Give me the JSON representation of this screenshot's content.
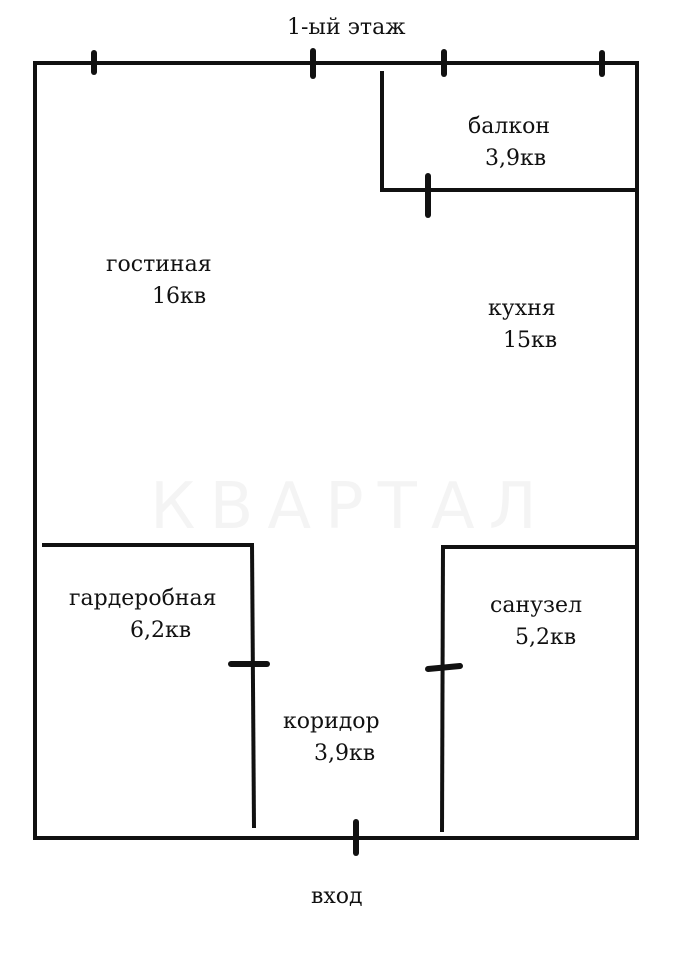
{
  "floor_title": "1-ый этаж",
  "entrance_label": "вход",
  "watermark": "КВАРТАЛ",
  "rooms": {
    "balcony": {
      "name": "балкон",
      "area": "3,9кв"
    },
    "living": {
      "name": "гостиная",
      "area": "16кв"
    },
    "kitchen": {
      "name": "кухня",
      "area": "15кв"
    },
    "wardrobe": {
      "name": "гардеробная",
      "area": "6,2кв"
    },
    "bathroom": {
      "name": "санузел",
      "area": "5,2кв"
    },
    "corridor": {
      "name": "коридор",
      "area": "3,9кв"
    }
  },
  "colors": {
    "wall": "#111111",
    "background": "#ffffff"
  }
}
